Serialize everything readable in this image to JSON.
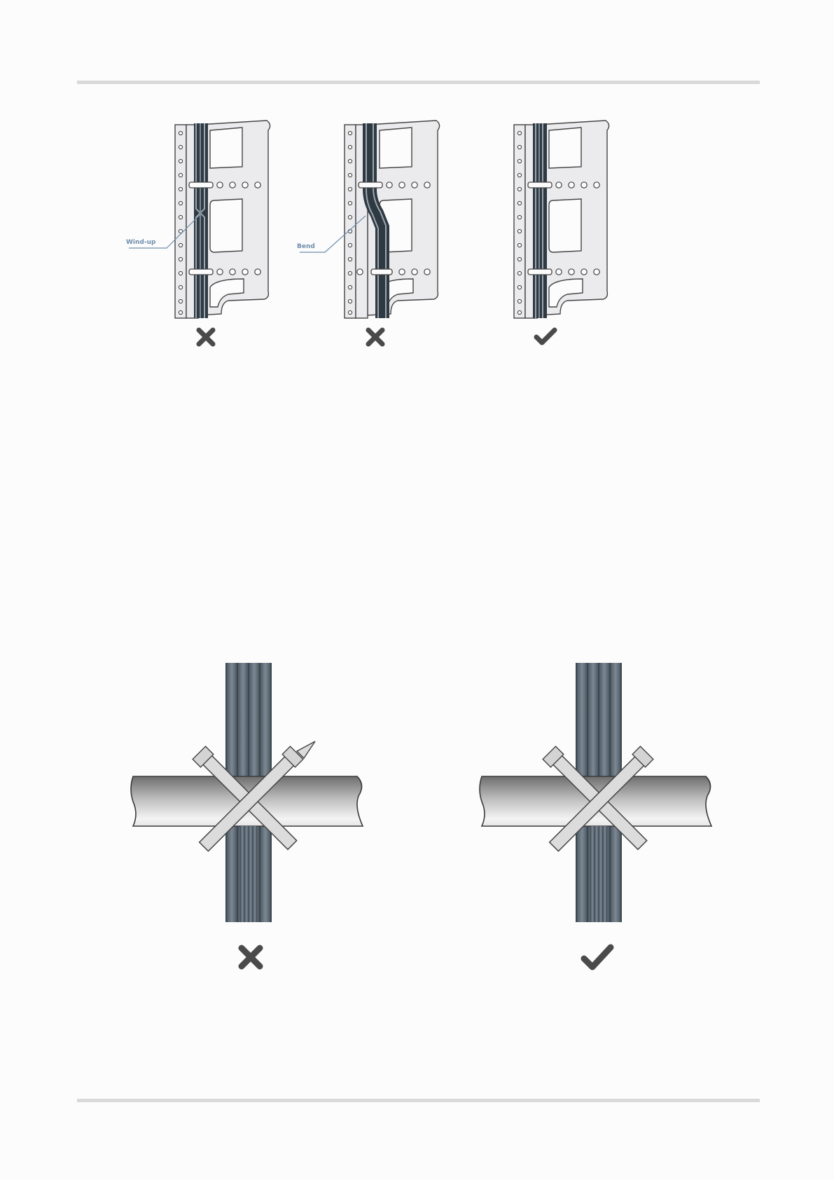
{
  "colors": {
    "cable": "#5f6d79",
    "cable_dark": "#2f3942",
    "rack": "#ebebee",
    "outline": "#444444",
    "mark": "#4a4a4a",
    "callout": "#6f8fad",
    "pipe_dark": "#8a8a8a",
    "pipe_light": "#f2f2f2"
  },
  "figure1": {
    "panels": [
      {
        "id": "wind-up",
        "label": "Wind-up",
        "verdict": "incorrect",
        "icon": "cross-icon"
      },
      {
        "id": "bend",
        "label": "Bend",
        "verdict": "incorrect",
        "icon": "cross-icon"
      },
      {
        "id": "correct",
        "label": "",
        "verdict": "correct",
        "icon": "check-icon"
      }
    ]
  },
  "figure2": {
    "panels": [
      {
        "id": "untrimmed-tie",
        "verdict": "incorrect",
        "icon": "cross-icon"
      },
      {
        "id": "trimmed-tie",
        "verdict": "correct",
        "icon": "check-icon"
      }
    ]
  }
}
